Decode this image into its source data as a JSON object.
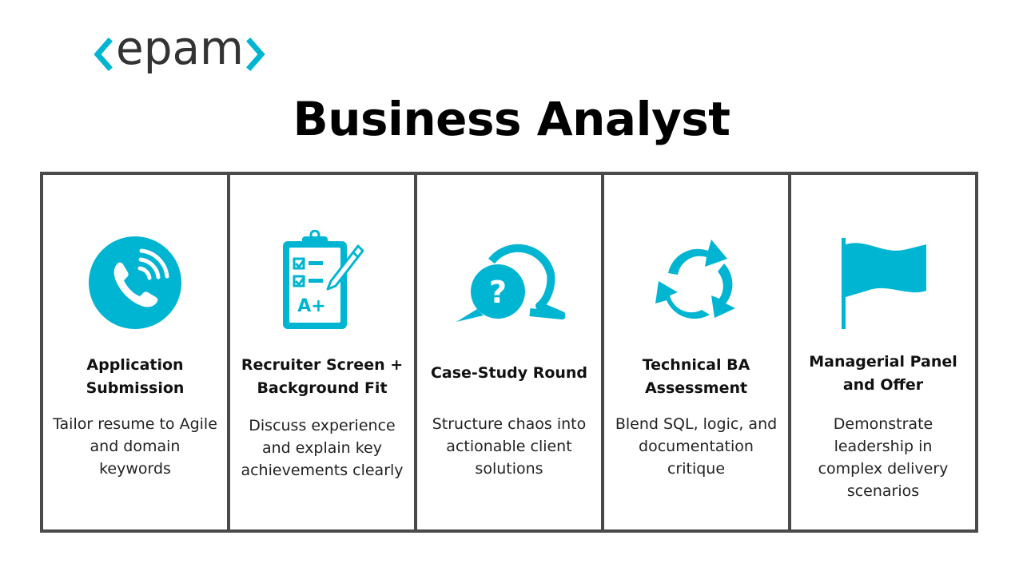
{
  "brand": {
    "logo_text": "<epam>",
    "accent_color": "#00b5d1",
    "logo_text_color": "#333333"
  },
  "header": {
    "title": "Business Analyst"
  },
  "stages": [
    {
      "icon": "phone-call-icon",
      "title": "Application Submission",
      "description": "Tailor resume to Agile and domain keywords"
    },
    {
      "icon": "clipboard-checklist-icon",
      "title": "Recruiter Screen + Background Fit",
      "description": "Discuss experience and explain key achievements clearly"
    },
    {
      "icon": "question-speech-bubbles-icon",
      "title": "Case-Study Round",
      "description": "Structure chaos into actionable client solutions"
    },
    {
      "icon": "cycle-arrows-icon",
      "title": "Technical BA Assessment",
      "description": "Blend SQL, logic, and documentation critique"
    },
    {
      "icon": "flag-icon",
      "title": "Managerial Panel and Offer",
      "description": "Demonstrate leadership in complex delivery scenarios"
    }
  ]
}
